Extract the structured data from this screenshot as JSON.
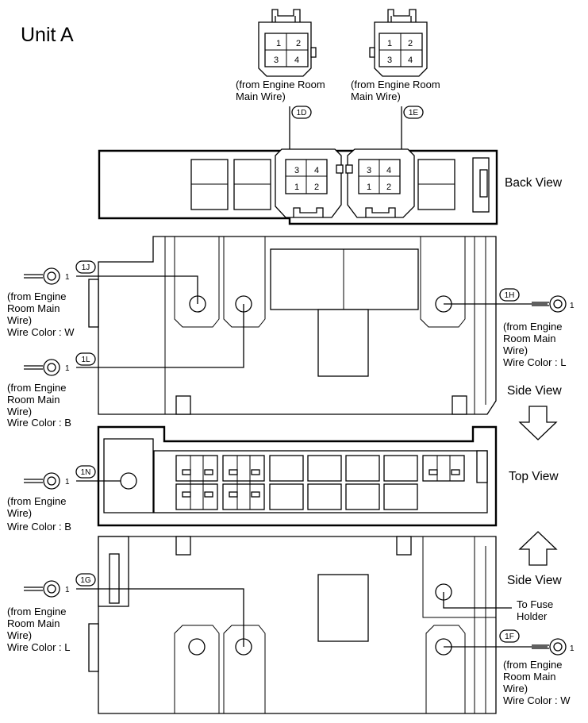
{
  "title": "Unit A",
  "views": {
    "back": "Back View",
    "side_top": "Side View",
    "top": "Top View",
    "side_bottom": "Side View"
  },
  "connectors": [
    {
      "id": "1D",
      "pins": [
        "1",
        "2",
        "3",
        "4"
      ],
      "source": [
        "(from Engine Room",
        "Main Wire)"
      ]
    },
    {
      "id": "1E",
      "pins": [
        "1",
        "2",
        "3",
        "4"
      ],
      "source": [
        "(from Engine Room",
        "Main Wire)"
      ]
    }
  ],
  "terminals": [
    {
      "id": "1J",
      "pin": "1",
      "text": [
        "(from Engine",
        "Room Main",
        "Wire)",
        "Wire Color : W"
      ]
    },
    {
      "id": "1L",
      "pin": "1",
      "text": [
        "(from Engine",
        "Room Main",
        "Wire)",
        "Wire Color : B"
      ]
    },
    {
      "id": "1H",
      "pin": "1",
      "text": [
        "(from Engine",
        "Room Main",
        "Wire)",
        "Wire Color : L"
      ]
    },
    {
      "id": "1N",
      "pin": "1",
      "text": [
        "(from Engine",
        "Wire)",
        "Wire Color : B"
      ]
    },
    {
      "id": "1G",
      "pin": "1",
      "text": [
        "(from Engine",
        "Room Main",
        "Wire)",
        "Wire Color : L"
      ]
    },
    {
      "id": "1F",
      "pin": "1",
      "text": [
        "(from Engine",
        "Room Main",
        "Wire)",
        "Wire Color : W"
      ]
    }
  ],
  "fuse_holder": [
    "To Fuse",
    "Holder"
  ]
}
